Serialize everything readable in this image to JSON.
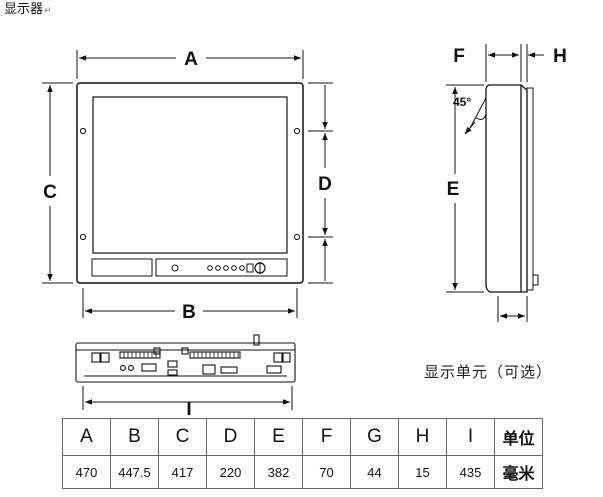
{
  "page": {
    "title": "显示器"
  },
  "diagram": {
    "labels": {
      "a": "A",
      "b": "B",
      "c": "C",
      "d": "D",
      "e": "E",
      "f": "F",
      "h": "H",
      "i": "I"
    },
    "angle": "45°"
  },
  "caption": "显示单元（可选）",
  "table": {
    "headers": [
      "A",
      "B",
      "C",
      "D",
      "E",
      "F",
      "G",
      "H",
      "I"
    ],
    "values": [
      "470",
      "447.5",
      "417",
      "220",
      "382",
      "70",
      "44",
      "15",
      "435"
    ],
    "unit_header": "单位",
    "unit_value": "毫米"
  }
}
